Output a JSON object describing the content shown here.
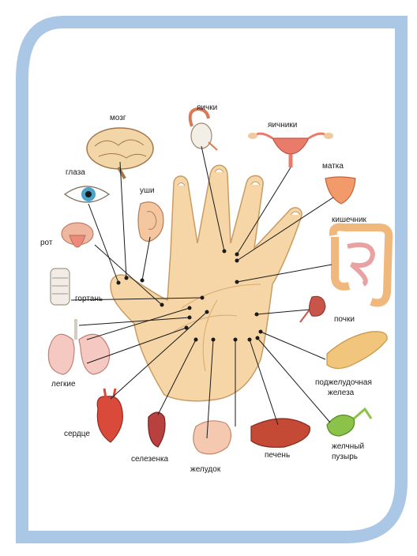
{
  "labels": {
    "brain": "мозг",
    "testes": "яички",
    "ovaries": "яичники",
    "uterus": "матка",
    "eyes": "глаза",
    "ears": "уши",
    "intestine": "кишечник",
    "mouth": "рот",
    "larynx": "гортань",
    "kidneys": "почки",
    "lungs": "легкие",
    "pancreas_line1": "поджелудочная",
    "pancreas_line2": "железа",
    "heart": "сердце",
    "spleen": "селезенка",
    "stomach": "желудок",
    "liver": "печень",
    "gallbladder_line1": "желчный",
    "gallbladder_line2": "пузырь"
  },
  "icons": [
    "brain-icon",
    "testes-icon",
    "ovaries-icon",
    "uterus-icon",
    "eye-icon",
    "ear-icon",
    "intestine-icon",
    "mouth-icon",
    "larynx-icon",
    "kidney-icon",
    "lungs-icon",
    "pancreas-icon",
    "heart-icon",
    "spleen-icon",
    "stomach-icon",
    "liver-icon",
    "gallbladder-icon",
    "hand-icon"
  ],
  "colors": {
    "frame": "#aac8e6",
    "skin": "#f6d6a6",
    "skin_stroke": "#c99b63",
    "organ_red": "#d94a3a",
    "organ_pink": "#f0a9a3",
    "intestine": "#f1b87d",
    "gallbladder": "#8bc34a",
    "pancreas": "#f2c57c"
  }
}
